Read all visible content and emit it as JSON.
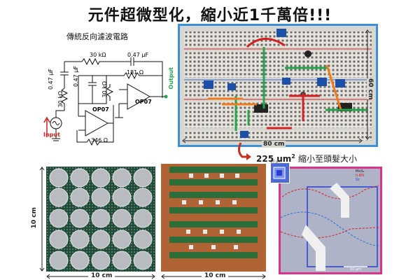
{
  "title": "元件超微型化，縮小近1千萬倍!!!",
  "schematic": {
    "title": "傳統反向濾波電路",
    "components": {
      "r1": "30 kΩ",
      "c1": "0.47 μF",
      "c2": "0.47 μF",
      "c3": "0.47 μF",
      "r2": "181 Ω",
      "r3": "30 kΩ",
      "r4": "30 kΩ",
      "r5": "346 Ω",
      "opamp1": "OP07",
      "opamp2": "OP07",
      "input": "Input",
      "output": "Output"
    }
  },
  "breadboard": {
    "width_label": "80 cm",
    "height_label": "60 cm"
  },
  "shrink_note": {
    "size": "225 um",
    "exponent": "2",
    "text": "縮小至頭髮大小"
  },
  "panel_wafer": {
    "height_label": "10 cm",
    "width_label": "10 cm"
  },
  "panel_strips": {
    "width_label": "10 cm"
  },
  "panel_micro": {
    "legend": [
      "MoS₂",
      "h-BN",
      "Gr"
    ],
    "scale": "10 µm",
    "inset_scale": "10 µm"
  },
  "colors": {
    "breadboard_border": "#3d8fd6",
    "micro_border": "#d6358c",
    "arrow": "#c8301e",
    "wire_green": "#22a84a",
    "red": "#d42020"
  }
}
